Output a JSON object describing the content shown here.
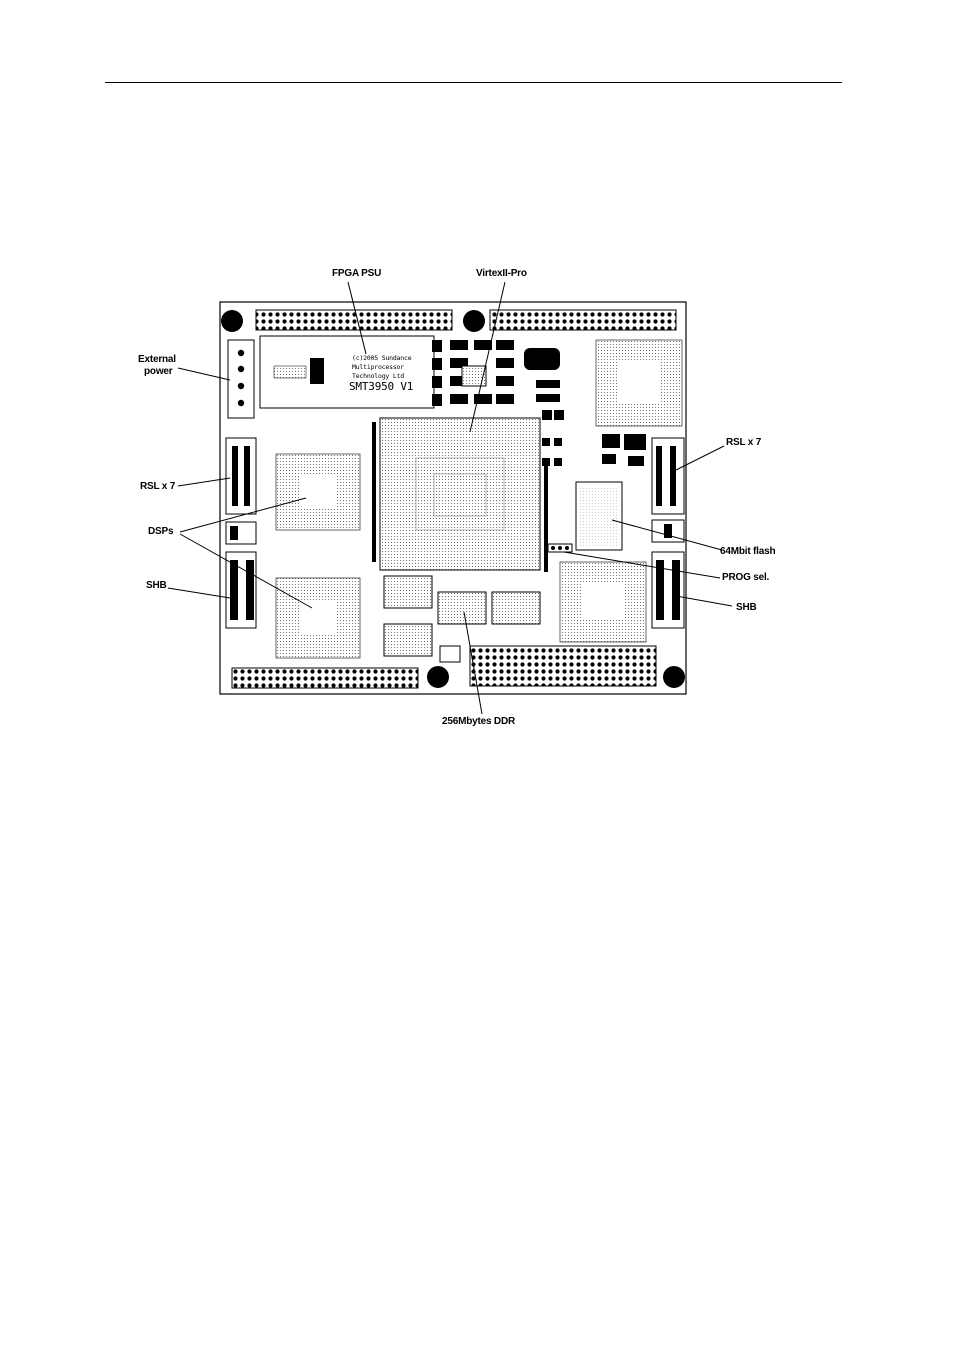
{
  "board": {
    "silkscreen": {
      "line1": "(c)2005 Sundance",
      "line2": "Multiprocessor",
      "line3": "Technology Ltd",
      "model": "SMT3950 V1"
    }
  },
  "labels": {
    "fpga_psu": "FPGA PSU",
    "virtex": "VirtexII-Pro",
    "external_power_1": "External",
    "external_power_2": "power",
    "rsl_left": "RSL x 7",
    "rsl_right": "RSL x 7",
    "dsps": "DSPs",
    "shb_left": "SHB",
    "shb_right": "SHB",
    "flash": "64Mbit flash",
    "prog_sel": "PROG sel.",
    "ddr": "256Mbytes DDR"
  },
  "colors": {
    "ink": "#000000",
    "board_fill": "#ffffff",
    "figure_bg": "#ffffff",
    "dot_pattern": "#444444"
  }
}
